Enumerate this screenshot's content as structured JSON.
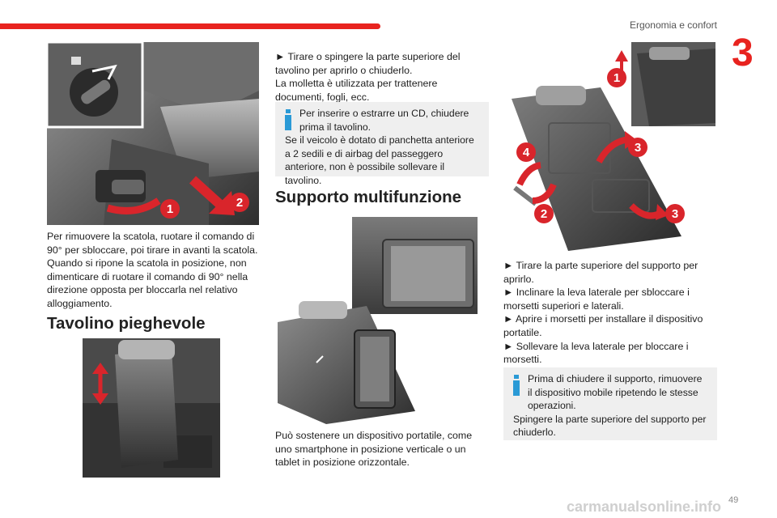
{
  "header": {
    "chapter_title": "Ergonomia e confort",
    "chapter_number": "3",
    "page_number": "49"
  },
  "left": {
    "storage_paragraph": "Per rimuovere la scatola, ruotare il comando di 90° per sbloccare, poi tirare in avanti la scatola. Quando si ripone la scatola in posizione, non dimenticare di ruotare il comando di 90° nella direzione opposta per bloccarla nel relativo alloggiamento.",
    "heading": "Tavolino pieghevole",
    "callouts": [
      "1",
      "2"
    ]
  },
  "middle": {
    "instruction_1": "► Tirare o spingere la parte superiore del tavolino per aprirlo o chiuderlo.",
    "instruction_2": "La molletta è utilizzata per trattenere documenti, fogli, ecc.",
    "note_line_1": "Per inserire o estrarre un CD, chiudere prima il tavolino.",
    "note_line_2": "Se il veicolo è dotato di panchetta anteriore a 2 sedili e di airbag del passeggero anteriore, non è possibile sollevare il tavolino.",
    "heading": "Supporto multifunzione",
    "device_paragraph": "Può sostenere un dispositivo portatile, come uno smartphone in posizione verticale o un tablet in posizione orizzontale."
  },
  "right": {
    "callouts": [
      "1",
      "2",
      "3",
      "3",
      "4"
    ],
    "steps": [
      "► Tirare la parte superiore del supporto per aprirlo.",
      "► Inclinare la leva laterale per sbloccare i morsetti superiori e laterali.",
      "► Aprire i morsetti per installare il dispositivo portatile.",
      "► Sollevare la leva laterale per bloccare i morsetti."
    ],
    "note_line_1": "Prima di chiudere il supporto, rimuovere il dispositivo mobile ripetendo le stesse operazioni.",
    "note_line_2": "Spingere la parte superiore del supporto per chiuderlo."
  },
  "footer": {
    "watermark": "carmanualsonline.info"
  },
  "colors": {
    "accent_red": "#e8231f",
    "info_blue": "#2a9ad6",
    "note_bg": "#efefef",
    "arrow_red": "#d9252b"
  }
}
